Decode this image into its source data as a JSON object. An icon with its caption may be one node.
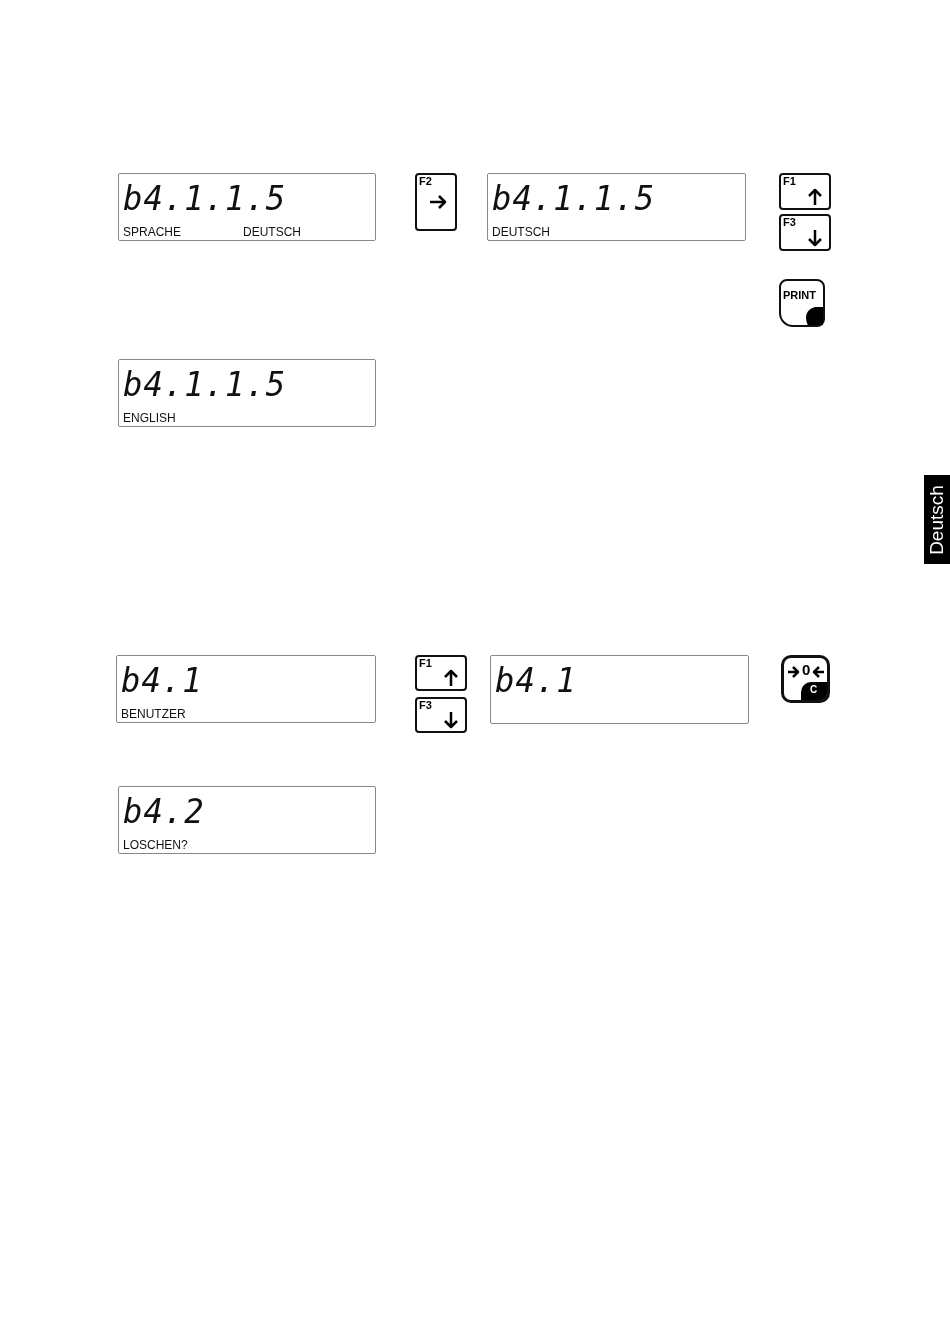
{
  "diagram": {
    "nodes": [
      {
        "text": [
          "b4.1.1.5",
          "SPRACHE",
          "DEUTSCH"
        ]
      },
      {
        "text": [
          "F2"
        ]
      },
      {
        "text": [
          "b4.1.1.5",
          "DEUTSCH"
        ]
      },
      {
        "text": [
          "F1"
        ]
      },
      {
        "text": [
          "F3"
        ]
      },
      {
        "text": [
          "PRINT"
        ]
      },
      {
        "text": [
          "b4.1.1.5",
          "ENGLISH"
        ]
      },
      {
        "text": [
          "Deutsch"
        ]
      },
      {
        "text": [
          "b4.1",
          "BENUTZER"
        ]
      },
      {
        "text": [
          "F1"
        ]
      },
      {
        "text": [
          "F3"
        ]
      },
      {
        "text": [
          "b4.1"
        ]
      },
      {
        "text": [
          "0",
          "C"
        ]
      },
      {
        "text": [
          "b4.2",
          "LOSCHEN?"
        ]
      }
    ]
  }
}
